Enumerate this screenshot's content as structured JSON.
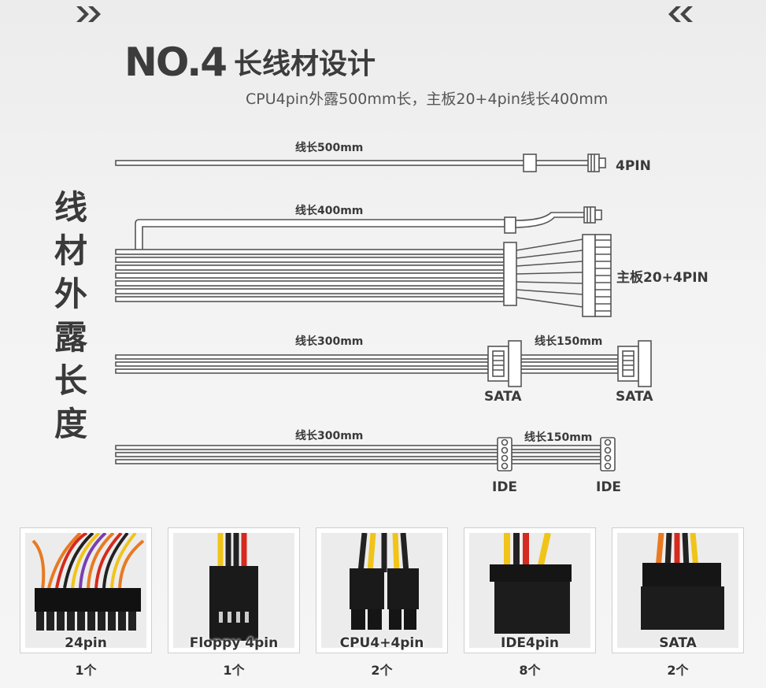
{
  "header": {
    "no": "NO.4",
    "title": "长线材设计",
    "subtitle": "CPU4pin外露500mm长，主板20+4pin线长400mm"
  },
  "side_title": [
    "线",
    "材",
    "外",
    "露",
    "长",
    "度"
  ],
  "cables": {
    "cpu": {
      "length": "线长500mm",
      "label": "4PIN"
    },
    "mb": {
      "length": "线长400mm",
      "label": "主板20+4PIN"
    },
    "sata": {
      "length1": "线长300mm",
      "length2": "线长150mm",
      "label1": "SATA",
      "label2": "SATA"
    },
    "ide": {
      "length1": "线长300mm",
      "length2": "线长150mm",
      "label1": "IDE",
      "label2": "IDE"
    }
  },
  "connectors": [
    {
      "name": "24pin",
      "qty": "1个"
    },
    {
      "name": "Floppy 4pin",
      "qty": "1个"
    },
    {
      "name": "CPU4+4pin",
      "qty": "2个"
    },
    {
      "name": "IDE4pin",
      "qty": "8个"
    },
    {
      "name": "SATA",
      "qty": "2个"
    }
  ],
  "colors": {
    "wire": "#555555",
    "wire_fill": "#ffffff",
    "connector": "#111111",
    "text": "#3c3c3c"
  }
}
